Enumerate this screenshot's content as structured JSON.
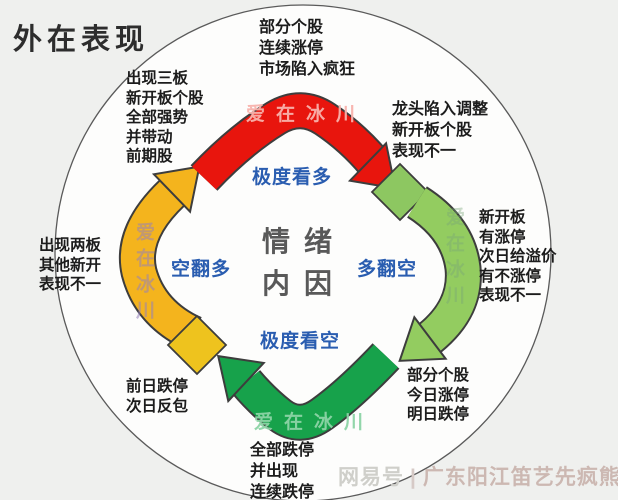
{
  "title": "外在表现",
  "center": {
    "lines": [
      "情绪",
      "内因"
    ]
  },
  "stages": {
    "extreme_bull": "极度看多",
    "bull_to_bear": "多翻空",
    "extreme_bear": "极度看空",
    "bear_to_bull": "空翻多"
  },
  "labels": {
    "top_center": {
      "lines": [
        "部分个股",
        "连续涨停",
        "市场陷入疯狂"
      ]
    },
    "top_left": {
      "lines": [
        "出现三板",
        "新开板个股",
        "全部强势",
        "并带动",
        "前期股"
      ]
    },
    "top_right": {
      "lines": [
        "龙头陷入调整",
        "新开板个股",
        "表现不一"
      ]
    },
    "right": {
      "lines": [
        "新开板",
        "有涨停",
        "次日给溢价",
        "有不涨停",
        "表现不一"
      ]
    },
    "left": {
      "lines": [
        "出现两板",
        "其他新开",
        "表现不一"
      ]
    },
    "bottom_left": {
      "lines": [
        "前日跌停",
        "次日反包"
      ]
    },
    "bottom_right": {
      "lines": [
        "部分个股",
        "今日涨停",
        "明日跌停"
      ]
    },
    "bottom_center": {
      "lines": [
        "全部跌停",
        "并出现",
        "连续跌停"
      ]
    }
  },
  "watermarks": {
    "top_arrow": "爱在冰川",
    "bottom_arrow": "爱在冰川",
    "left_arrow": "爱在冰川",
    "right_arrow": "爱在冰川"
  },
  "footer": {
    "platform": "网易号",
    "divider": "|",
    "author": "广东阳江笛艺先疯熊廷发"
  },
  "colors": {
    "red_arrow": "#e8150d",
    "yellow_arrow": "#f4b41d",
    "light_green_arrow": "#93cc60",
    "dark_green_arrow": "#17a24b",
    "stage_text": "#2a5db0",
    "center_text": "#595959",
    "outline": "#3d3d3d"
  }
}
